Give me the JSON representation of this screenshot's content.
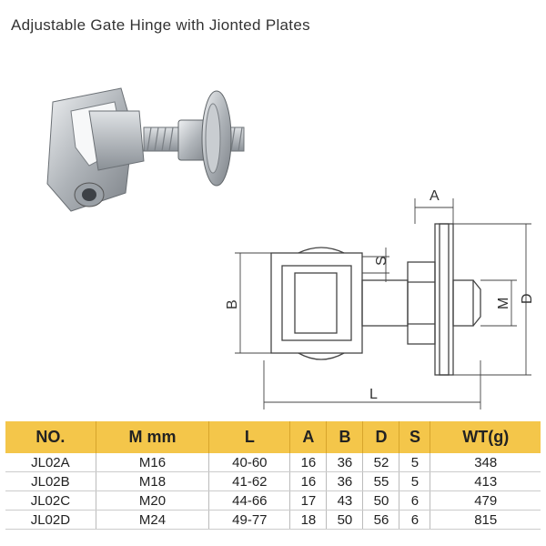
{
  "title": "Adjustable Gate Hinge with Jionted Plates",
  "drawing": {
    "labels": {
      "a": "A",
      "b": "B",
      "s": "S",
      "m": "M",
      "d": "D",
      "l": "L"
    }
  },
  "table": {
    "headers": [
      "NO.",
      "M mm",
      "L",
      "A",
      "B",
      "D",
      "S",
      "WT(g)"
    ],
    "rows": [
      [
        "JL02A",
        "M16",
        "40-60",
        "16",
        "36",
        "52",
        "5",
        "348"
      ],
      [
        "JL02B",
        "M18",
        "41-62",
        "16",
        "36",
        "55",
        "5",
        "413"
      ],
      [
        "JL02C",
        "M20",
        "44-66",
        "17",
        "43",
        "50",
        "6",
        "479"
      ],
      [
        "JL02D",
        "M24",
        "49-77",
        "18",
        "50",
        "56",
        "6",
        "815"
      ]
    ]
  },
  "colors": {
    "header_bg": "#f4c64a",
    "metal": "#b8bcc0"
  }
}
